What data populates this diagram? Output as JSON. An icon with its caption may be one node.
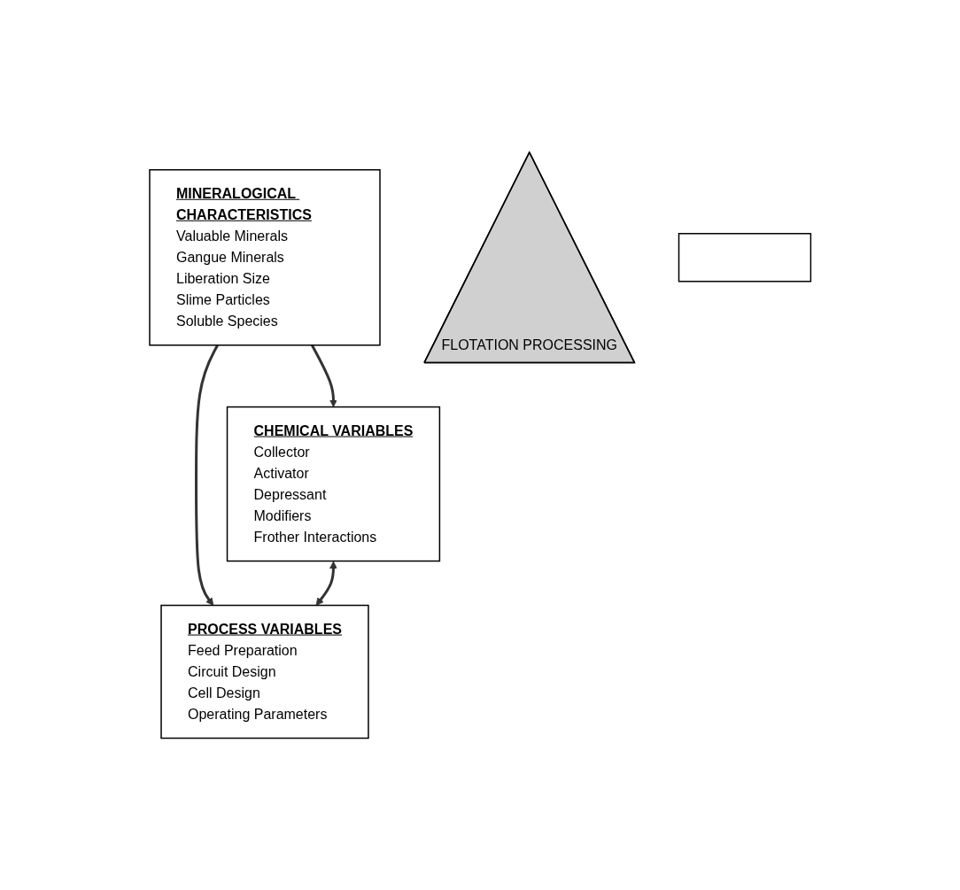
{
  "diagram": {
    "nodes": [
      {
        "text": [
          "MINERALOGICAL CHARACTERISTICS",
          "Valuable Minerals",
          "Gangue Minerals",
          "Liberation Size",
          "Slime Particles",
          "Soluble Species"
        ]
      },
      {
        "text": [
          "FLOTATION PROCESSING"
        ]
      },
      {
        "text": [
          "CHEMICAL VARIABLES",
          "Collector",
          "Activator",
          "Depressant",
          "Modifiers",
          "Frother Interactions"
        ]
      },
      {
        "text": [],
        "shape": "box"
      },
      {
        "text": [
          "PROCESS VARIABLES",
          "Feed Preparation",
          "Circuit Design",
          "Cell Design",
          "Operating Parameters"
        ]
      }
    ],
    "edges": [
      {
        "from": 0,
        "to": 2,
        "arrow": "to"
      },
      {
        "from": 0,
        "to": 4,
        "arrow": "to"
      },
      {
        "from": 2,
        "to": 4,
        "arrow": "both"
      }
    ]
  }
}
